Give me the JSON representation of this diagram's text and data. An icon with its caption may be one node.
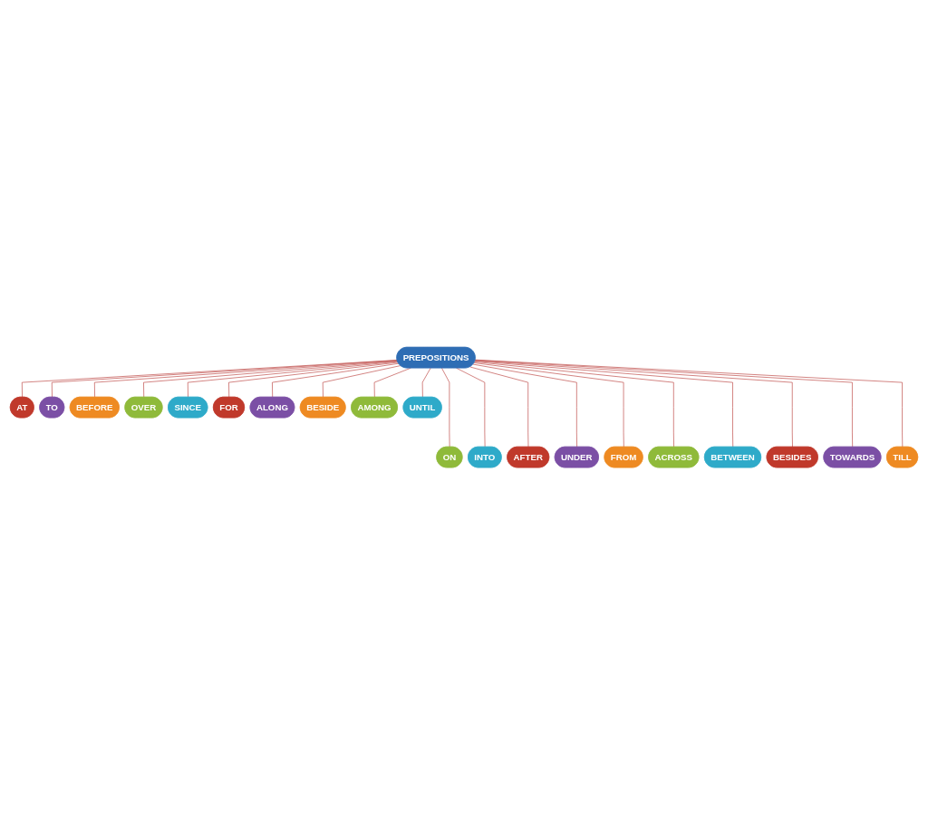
{
  "diagram": {
    "nodes": [
      {
        "text": [
          "PREPOSITIONS"
        ]
      },
      {
        "text": [
          "AT"
        ]
      },
      {
        "text": [
          "ON"
        ]
      },
      {
        "text": [
          "TO"
        ]
      },
      {
        "text": [
          "INTO"
        ]
      },
      {
        "text": [
          "BEFORE"
        ]
      },
      {
        "text": [
          "AFTER"
        ]
      },
      {
        "text": [
          "OVER"
        ]
      },
      {
        "text": [
          "UNDER"
        ]
      },
      {
        "text": [
          "SINCE"
        ]
      },
      {
        "text": [
          "FROM"
        ]
      },
      {
        "text": [
          "FOR"
        ]
      },
      {
        "text": [
          "ACROSS"
        ]
      },
      {
        "text": [
          "ALONG"
        ]
      },
      {
        "text": [
          "BETWEEN"
        ]
      },
      {
        "text": [
          "BESIDE"
        ]
      },
      {
        "text": [
          "BESIDES"
        ]
      },
      {
        "text": [
          "AMONG"
        ]
      },
      {
        "text": [
          "TOWARDS"
        ]
      },
      {
        "text": [
          "UNTIL"
        ]
      },
      {
        "text": [
          "TILL"
        ]
      }
    ],
    "edges": [
      {
        "from": 0,
        "to": 1,
        "arrow": "none"
      },
      {
        "from": 0,
        "to": 2,
        "arrow": "none"
      },
      {
        "from": 0,
        "to": 3,
        "arrow": "none"
      },
      {
        "from": 0,
        "to": 4,
        "arrow": "none"
      },
      {
        "from": 0,
        "to": 5,
        "arrow": "none"
      },
      {
        "from": 0,
        "to": 6,
        "arrow": "none"
      },
      {
        "from": 0,
        "to": 7,
        "arrow": "none"
      },
      {
        "from": 0,
        "to": 8,
        "arrow": "none"
      },
      {
        "from": 0,
        "to": 9,
        "arrow": "none"
      },
      {
        "from": 0,
        "to": 10,
        "arrow": "none"
      },
      {
        "from": 0,
        "to": 11,
        "arrow": "none"
      },
      {
        "from": 0,
        "to": 12,
        "arrow": "none"
      },
      {
        "from": 0,
        "to": 13,
        "arrow": "none"
      },
      {
        "from": 0,
        "to": 14,
        "arrow": "none"
      },
      {
        "from": 0,
        "to": 15,
        "arrow": "none"
      },
      {
        "from": 0,
        "to": 16,
        "arrow": "none"
      },
      {
        "from": 0,
        "to": 17,
        "arrow": "none"
      },
      {
        "from": 0,
        "to": 18,
        "arrow": "none"
      },
      {
        "from": 0,
        "to": 19,
        "arrow": "none"
      },
      {
        "from": 0,
        "to": 20,
        "arrow": "none"
      }
    ]
  }
}
